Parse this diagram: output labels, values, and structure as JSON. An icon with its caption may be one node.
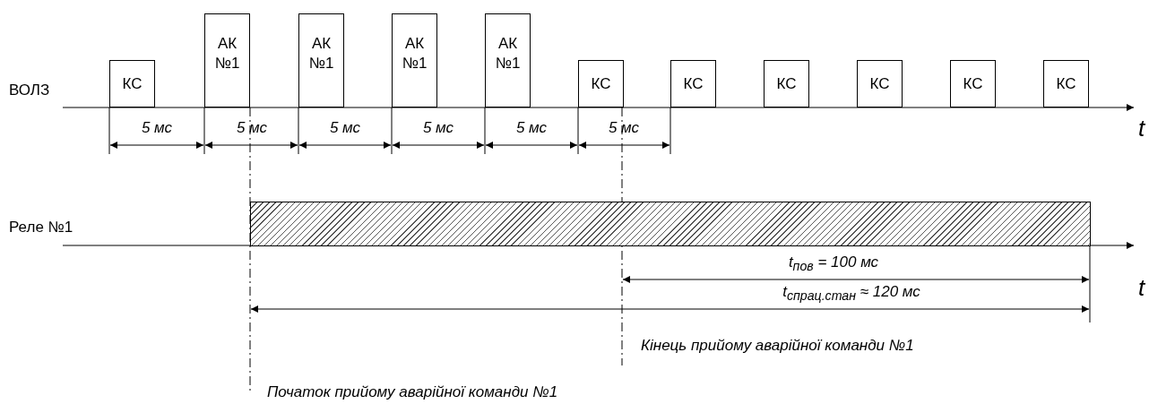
{
  "diagram": {
    "nodes": [
      {
        "text": [
          "КС"
        ]
      },
      {
        "text": [
          "АК №1"
        ]
      },
      {
        "text": [
          "АК №1"
        ]
      },
      {
        "text": [
          "АК №1"
        ]
      },
      {
        "text": [
          "АК №1"
        ]
      },
      {
        "text": [
          "КС"
        ]
      },
      {
        "text": [
          "КС"
        ]
      },
      {
        "text": [
          "КС"
        ]
      },
      {
        "text": [
          "КС"
        ]
      },
      {
        "text": [
          "КС"
        ]
      },
      {
        "text": [
          "КС"
        ]
      },
      {
        "text": [],
        "shape": "bar"
      }
    ],
    "labels": [
      "ВОЛЗ",
      "5 мс",
      "5 мс",
      "5 мс",
      "5 мс",
      "5 мс",
      "5 мс",
      "t",
      "Реле №1",
      "t$_{пов}$ = 100 мс",
      "t$_{спрац.стан}$ ≈ 120 мс",
      "t",
      "Кінець прийому аварійної команди №1",
      "Початок прийому аварійної команди №1"
    ]
  }
}
